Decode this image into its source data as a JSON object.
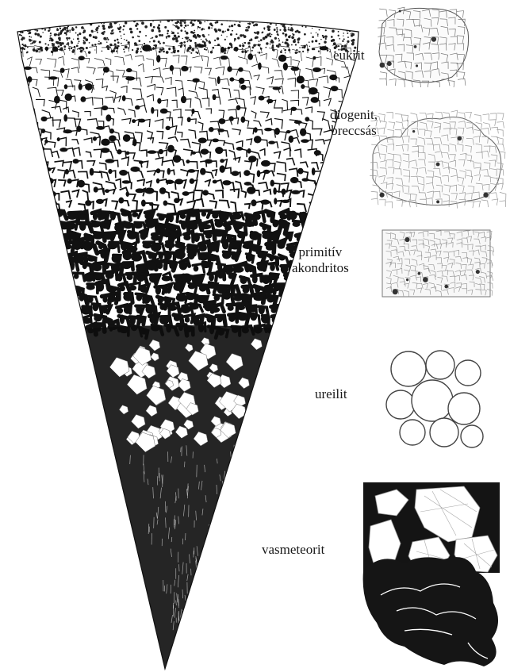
{
  "labels": {
    "eukrit": [
      "eukrit"
    ],
    "diogenit": [
      "diogenit,",
      "breccsás"
    ],
    "primitiv": [
      "primitív",
      "akondritos"
    ],
    "ureilit": [
      "ureilit"
    ],
    "vasmeteorit": [
      "vasmeteorit"
    ]
  },
  "colors": {
    "ink": "#111111",
    "paper": "#ffffff",
    "line": "#777777"
  }
}
